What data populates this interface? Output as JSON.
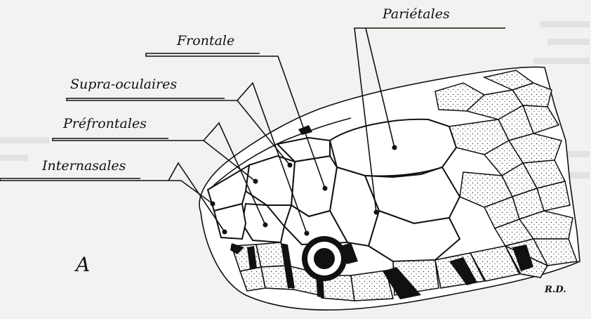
{
  "figure": {
    "panel_letter": "A",
    "signature": "R.D."
  },
  "labels": {
    "parietales": "Pariétales",
    "frontale": "Frontale",
    "supra_oculaires": "Supra-oculaires",
    "prefrontales": "Préfrontales",
    "internasales": "Internasales"
  },
  "colors": {
    "ink": "#111111",
    "paper": "#f2f2f0",
    "scale_fill": "#ffffff",
    "bleed_text": "#d2d2d0"
  }
}
